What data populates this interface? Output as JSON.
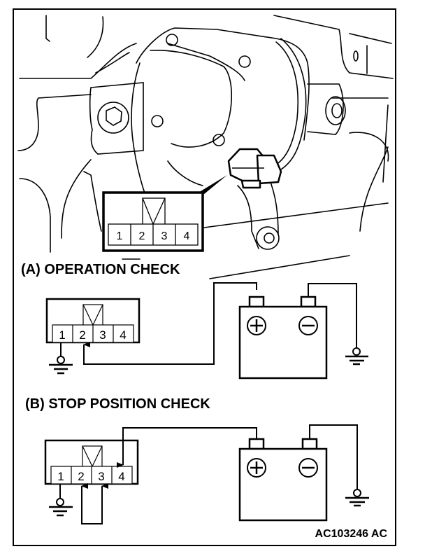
{
  "figure_id": "AC103246 AC",
  "illustration": {
    "description": "Wiper motor assembly with connector",
    "connector": {
      "pins": [
        "1",
        "2",
        "3",
        "4"
      ],
      "key_marker": "triangle-down"
    }
  },
  "sections": [
    {
      "title": "(A) OPERATION CHECK",
      "connector_pins": [
        "1",
        "2",
        "3",
        "4"
      ],
      "connections": [
        {
          "from": "pin-1",
          "to": "ground"
        },
        {
          "from": "battery-positive",
          "to": "pin-2"
        },
        {
          "from": "battery-negative",
          "to": "ground"
        }
      ],
      "battery": {
        "positive": "+",
        "negative": "−"
      }
    },
    {
      "title": "(B) STOP POSITION CHECK",
      "connector_pins": [
        "1",
        "2",
        "3",
        "4"
      ],
      "connections": [
        {
          "from": "pin-1",
          "to": "ground"
        },
        {
          "from": "pin-2",
          "to": "pin-3",
          "type": "jumper"
        },
        {
          "from": "battery-positive",
          "to": "pin-4"
        },
        {
          "from": "battery-negative",
          "to": "ground"
        }
      ],
      "battery": {
        "positive": "+",
        "negative": "−"
      }
    }
  ]
}
